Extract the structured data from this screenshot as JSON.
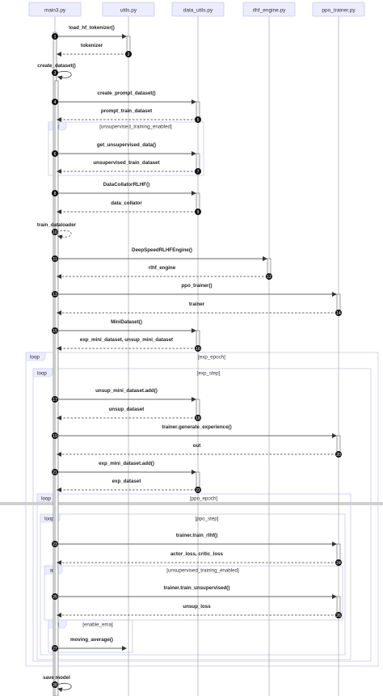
{
  "participants": [
    {
      "id": "main3",
      "label": "main3.py"
    },
    {
      "id": "utils",
      "label": "utils.py"
    },
    {
      "id": "data_utils",
      "label": "data_utils.py"
    },
    {
      "id": "rlhf_engine",
      "label": "rlhf_engine.py"
    },
    {
      "id": "ppo_trainer",
      "label": "ppo_trainer.py"
    }
  ],
  "messages": [
    {
      "num": "1",
      "from": "main3",
      "to": "utils",
      "label": "load_hf_tokenizer()",
      "style": "solid"
    },
    {
      "num": "2",
      "from": "utils",
      "to": "main3",
      "label": "tokenizer",
      "style": "dashed"
    },
    {
      "num": "3",
      "from": "main3",
      "to": "main3",
      "label": "create_dataset()",
      "style": "solid"
    },
    {
      "num": "4",
      "from": "main3",
      "to": "data_utils",
      "label": "create_prompt_dataset()",
      "style": "solid"
    },
    {
      "num": "5",
      "from": "data_utils",
      "to": "main3",
      "label": "prompt_train_dataset",
      "style": "dashed"
    },
    {
      "num": "6",
      "from": "main3",
      "to": "data_utils",
      "label": "get_unsupervised_data()",
      "style": "solid"
    },
    {
      "num": "7",
      "from": "data_utils",
      "to": "main3",
      "label": "unsupervised_train_dataset",
      "style": "dashed"
    },
    {
      "num": "8",
      "from": "main3",
      "to": "data_utils",
      "label": "DataCollatorRLHF()",
      "style": "solid"
    },
    {
      "num": "9",
      "from": "data_utils",
      "to": "main3",
      "label": "data_collator",
      "style": "dashed"
    },
    {
      "num": "10",
      "from": "main3",
      "to": "main3",
      "label": "train_dataloader",
      "style": "dashed"
    },
    {
      "num": "11",
      "from": "main3",
      "to": "rlhf_engine",
      "label": "DeepSpeedRLHFEngine()",
      "style": "solid"
    },
    {
      "num": "12",
      "from": "rlhf_engine",
      "to": "main3",
      "label": "rlhf_engine",
      "style": "dashed"
    },
    {
      "num": "13",
      "from": "main3",
      "to": "ppo_trainer",
      "label": "ppo_trainer()",
      "style": "solid"
    },
    {
      "num": "14",
      "from": "ppo_trainer",
      "to": "main3",
      "label": "trainer",
      "style": "dashed"
    },
    {
      "num": "15",
      "from": "main3",
      "to": "data_utils",
      "label": "MiniDataset()",
      "style": "solid"
    },
    {
      "num": "16",
      "from": "data_utils",
      "to": "main3",
      "label": "exp_mini_dataset, unsup_mini_dataset",
      "style": "dashed"
    },
    {
      "num": "17",
      "from": "main3",
      "to": "data_utils",
      "label": "unsup_mini_dataset.add()",
      "style": "solid"
    },
    {
      "num": "18",
      "from": "data_utils",
      "to": "main3",
      "label": "unsup_dataset",
      "style": "dashed"
    },
    {
      "num": "19",
      "from": "main3",
      "to": "ppo_trainer",
      "label": "trainer.generate_experience()",
      "style": "solid"
    },
    {
      "num": "20",
      "from": "ppo_trainer",
      "to": "main3",
      "label": "out",
      "style": "dashed"
    },
    {
      "num": "21",
      "from": "main3",
      "to": "data_utils",
      "label": "exp_mini_dataset.add()",
      "style": "solid"
    },
    {
      "num": "22",
      "from": "data_utils",
      "to": "main3",
      "label": "exp_dataset",
      "style": "dashed"
    },
    {
      "num": "23",
      "from": "main3",
      "to": "ppo_trainer",
      "label": "trainer.train_rlhf()",
      "style": "solid"
    },
    {
      "num": "24",
      "from": "ppo_trainer",
      "to": "main3",
      "label": "actor_loss, critic_loss",
      "style": "dashed"
    },
    {
      "num": "25",
      "from": "main3",
      "to": "ppo_trainer",
      "label": "trainer.train_unsupervised()",
      "style": "solid"
    },
    {
      "num": "26",
      "from": "ppo_trainer",
      "to": "main3",
      "label": "unsup_loss",
      "style": "dashed"
    },
    {
      "num": "27",
      "from": "main3",
      "to": "utils",
      "label": "moving_average()",
      "style": "solid"
    },
    {
      "num": "28",
      "from": "main3",
      "to": "main3",
      "label": "save model",
      "style": "solid"
    }
  ],
  "fragments": [
    {
      "kind": "alt",
      "condition": "[unsupervised_training_enabled]"
    },
    {
      "kind": "loop",
      "condition": "[exp_epoch]"
    },
    {
      "kind": "loop",
      "condition": "[exp_step]"
    },
    {
      "kind": "loop",
      "condition": "[ppo_epoch]"
    },
    {
      "kind": "loop",
      "condition": "[ppo_step]"
    },
    {
      "kind": "alt",
      "condition": "[unsupervised_training_enabled]"
    },
    {
      "kind": "alt",
      "condition": "[enable_ema]"
    }
  ],
  "colors": {
    "participant_fill": "#ececff",
    "participant_stroke": "#c9c9ee",
    "line": "#333333",
    "frame": "#c9c9ee"
  }
}
